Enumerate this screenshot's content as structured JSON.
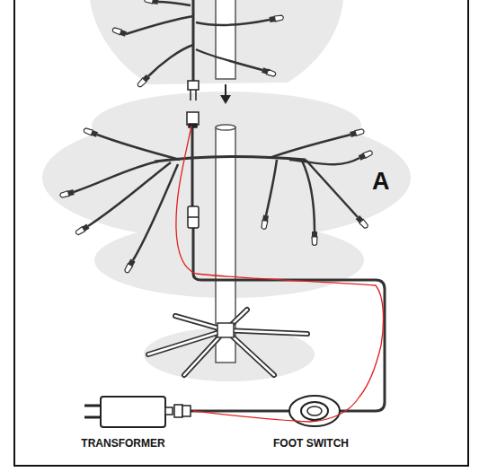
{
  "diagram": {
    "labels": [
      "A",
      "TRANSFORMER",
      "FOOT SWITCH"
    ]
  }
}
